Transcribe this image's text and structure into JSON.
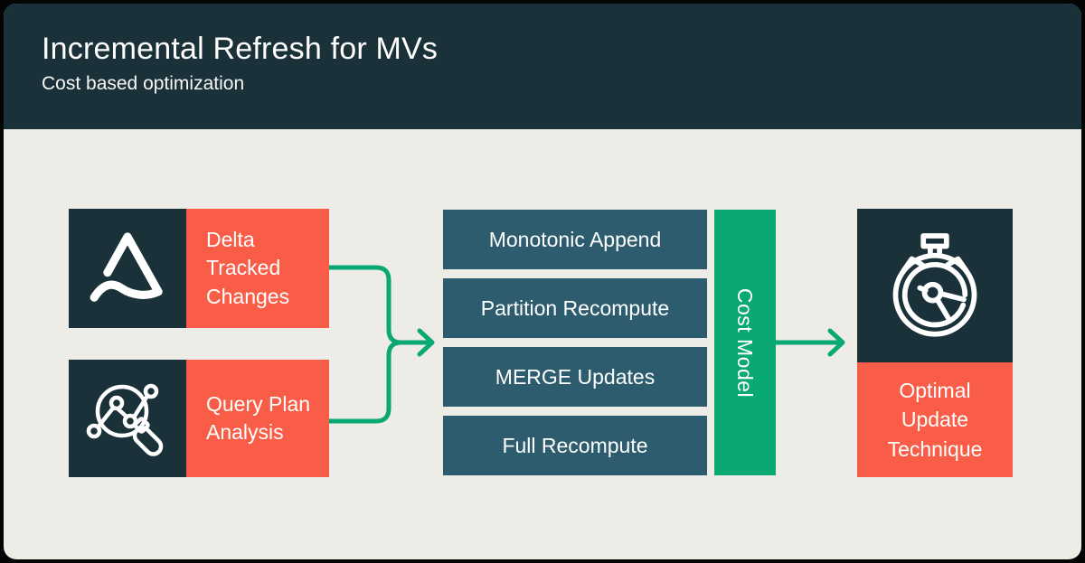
{
  "header": {
    "title": "Incremental Refresh for MVs",
    "subtitle": "Cost based optimization"
  },
  "flow": {
    "inputs": [
      {
        "label": "Delta Tracked Changes",
        "icon": "delta-logo-icon"
      },
      {
        "label": "Query Plan Analysis",
        "icon": "query-plan-icon"
      }
    ],
    "strategies": [
      {
        "label": "Monotonic Append"
      },
      {
        "label": "Partition Recompute"
      },
      {
        "label": "MERGE Updates"
      },
      {
        "label": "Full Recompute"
      }
    ],
    "cost_model": {
      "label": "Cost Model"
    },
    "output": {
      "label": "Optimal Update Technique",
      "icon": "stopwatch-icon"
    }
  },
  "colors": {
    "header_bg": "#1B3139",
    "body_bg": "#EDECE7",
    "strategy_bg": "#2D5C6F",
    "accent_orange": "#FA5D47",
    "accent_green": "#0AA873",
    "text_light": "#FFFFFF"
  }
}
